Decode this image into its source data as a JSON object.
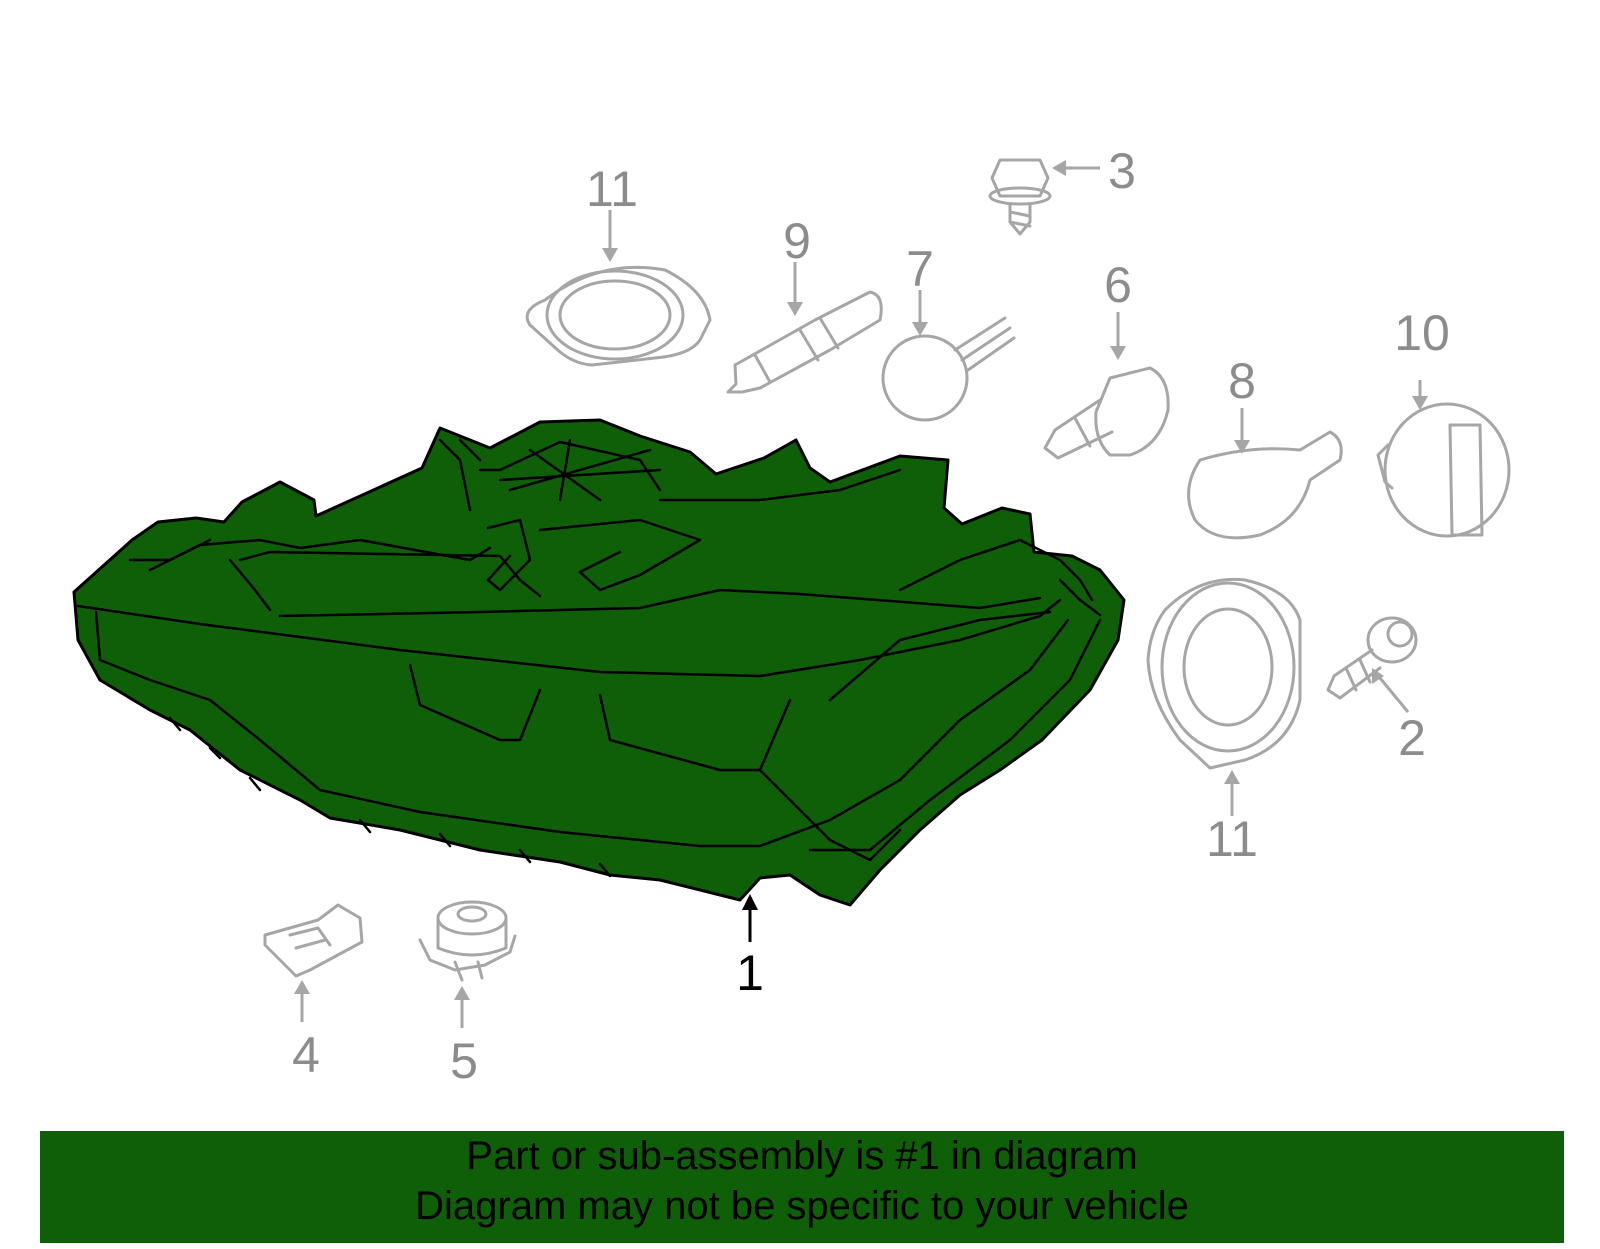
{
  "colors": {
    "highlight": "#0f5e08",
    "part_stroke": "#a6a6a6",
    "label_grey": "#8c8c8c",
    "label_main": "#000000"
  },
  "callouts": {
    "c1": "1",
    "c2": "2",
    "c3": "3",
    "c4": "4",
    "c5": "5",
    "c6": "6",
    "c7": "7",
    "c8": "8",
    "c9": "9",
    "c10": "10",
    "c11_top": "11",
    "c11_right": "11"
  },
  "banner": {
    "line1": "Part or sub-assembly is #1 in diagram",
    "line2": "Diagram may not be specific to your vehicle"
  }
}
